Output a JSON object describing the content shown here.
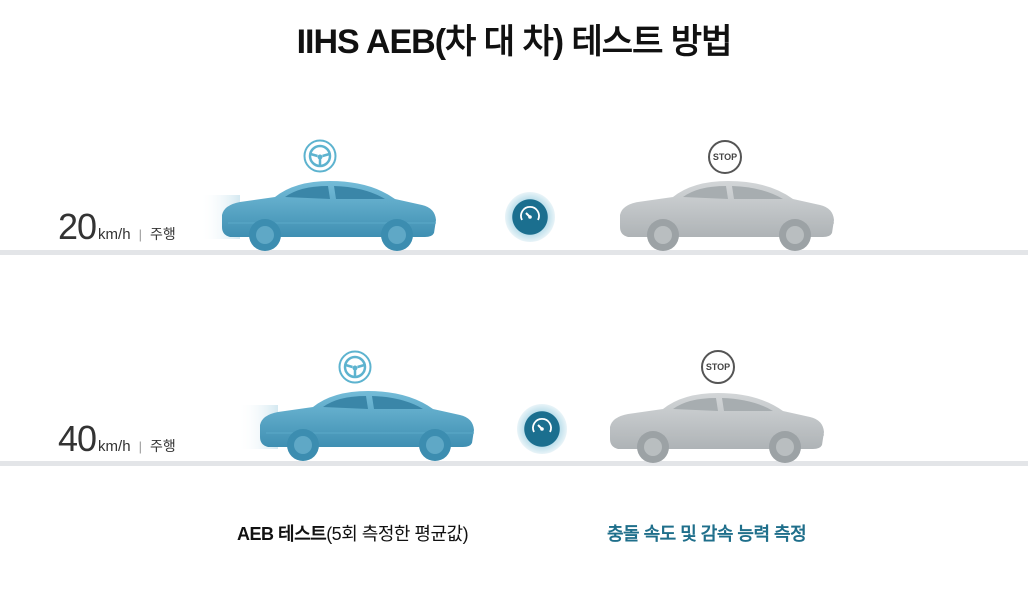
{
  "title": "IIHS AEB(차 대 차) 테스트 방법",
  "lanes": [
    {
      "speed": "20",
      "unit": "km/h",
      "separator": "|",
      "label": "주행"
    },
    {
      "speed": "40",
      "unit": "km/h",
      "separator": "|",
      "label": "주행"
    }
  ],
  "icons": {
    "steering": "steering-wheel-icon",
    "stop_sign": "STOP",
    "speedometer": "speedometer-icon"
  },
  "captions": {
    "left_bold": "AEB 테스트",
    "left_rest": "(5회 측정한 평균값)",
    "right": "충돌 속도 및 감속 능력 측정"
  },
  "colors": {
    "test_car": "#4fa3c4",
    "target_car": "#c2c6c8",
    "accent": "#1f6f8b",
    "road": "#e3e5e8"
  }
}
